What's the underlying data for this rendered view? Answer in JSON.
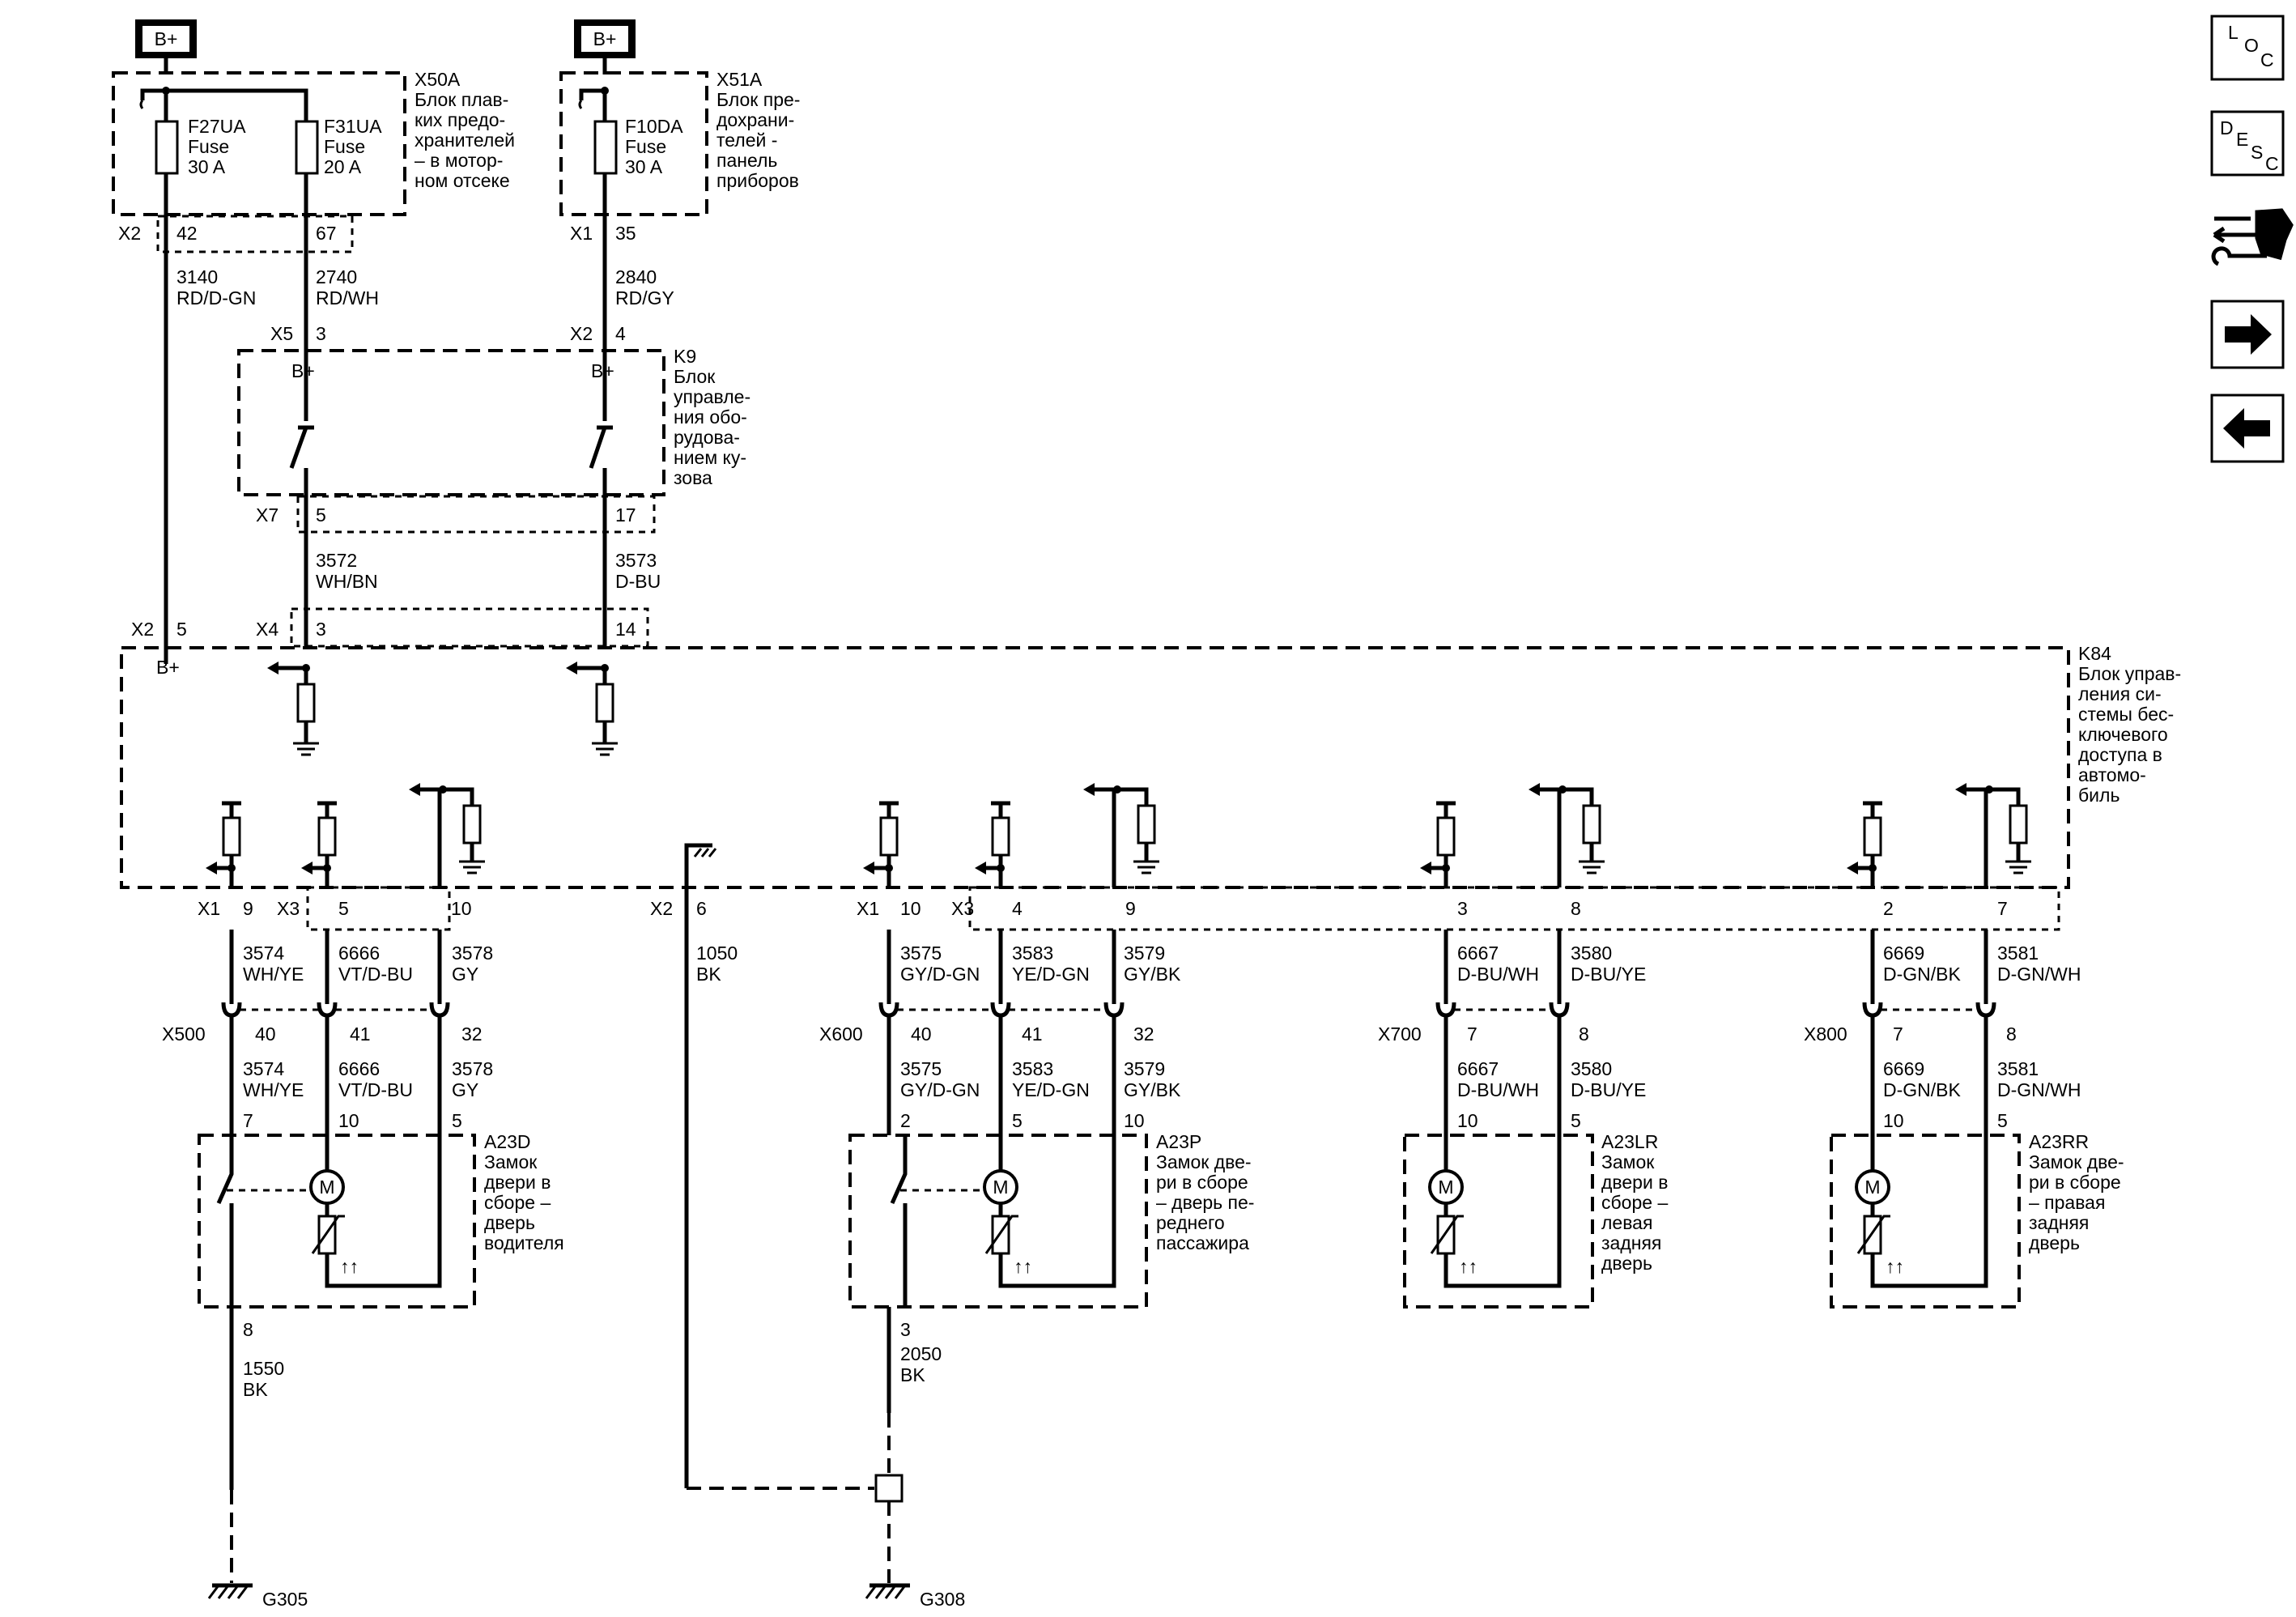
{
  "supply": {
    "bplus": "B+"
  },
  "x50a": {
    "id": "X50A",
    "desc": [
      "Блок плав-",
      "ких предо-",
      "хранителей",
      "– в мотор-",
      "ном отсеке"
    ],
    "f27": [
      "F27UA",
      "Fuse",
      "30 A"
    ],
    "f31": [
      "F31UA",
      "Fuse",
      "20 A"
    ],
    "conn": "X2",
    "pin_a": "42",
    "pin_b": "67"
  },
  "x51a": {
    "id": "X51A",
    "desc": [
      "Блок пре-",
      "дохрани-",
      "телей -",
      "панель",
      "приборов"
    ],
    "f10": [
      "F10DA",
      "Fuse",
      "30 A"
    ],
    "conn": "X1",
    "pin": "35"
  },
  "wires_top": {
    "w3140": [
      "3140",
      "RD/D-GN"
    ],
    "w2740": [
      "2740",
      "RD/WH"
    ],
    "w2840": [
      "2840",
      "RD/GY"
    ],
    "w3572": [
      "3572",
      "WH/BN"
    ],
    "w3573": [
      "3573",
      "D-BU"
    ]
  },
  "k9": {
    "id": "K9",
    "desc": [
      "Блок",
      "управле-",
      "ния обо-",
      "рудова-",
      "нием ку-",
      "зова"
    ],
    "in_conn_a": "X5",
    "in_pin_a": "3",
    "in_conn_b": "X2",
    "in_pin_b": "4",
    "out_conn": "X7",
    "out_pin_a": "5",
    "out_pin_b": "17",
    "bplus": "B+"
  },
  "k84": {
    "id": "K84",
    "desc": [
      "Блок управ-",
      "ления си-",
      "стемы бес-",
      "ключевого",
      "доступа в",
      "автомо-",
      "биль"
    ],
    "conn_x2": "X2",
    "pin_5": "5",
    "conn_x4": "X4",
    "pin_3": "3",
    "pin_14": "14",
    "bplus": "B+",
    "bottom": [
      {
        "conn": "X1",
        "pin": "9"
      },
      {
        "conn": "X3",
        "pin": "5"
      },
      {
        "conn": "",
        "pin": "10"
      },
      {
        "conn": "X2",
        "pin": "6"
      },
      {
        "conn": "X1",
        "pin": "10"
      },
      {
        "conn": "X3",
        "pin": "4"
      },
      {
        "conn": "",
        "pin": "9"
      },
      {
        "conn": "",
        "pin": "3"
      },
      {
        "conn": "",
        "pin": "8"
      },
      {
        "conn": "",
        "pin": "2"
      },
      {
        "conn": "",
        "pin": "7"
      }
    ]
  },
  "harness": {
    "w1050": [
      "1050",
      "BK"
    ],
    "a": [
      [
        "3574",
        "WH/YE"
      ],
      [
        "6666",
        "VT/D-BU"
      ],
      [
        "3578",
        "GY"
      ]
    ],
    "b": [
      [
        "3575",
        "GY/D-GN"
      ],
      [
        "3583",
        "YE/D-GN"
      ],
      [
        "3579",
        "GY/BK"
      ]
    ],
    "c": [
      [
        "6667",
        "D-BU/WH"
      ],
      [
        "3580",
        "D-BU/YE"
      ]
    ],
    "d": [
      [
        "6669",
        "D-GN/BK"
      ],
      [
        "3581",
        "D-GN/WH"
      ]
    ]
  },
  "inline": {
    "x500": {
      "id": "X500",
      "pins": [
        "40",
        "41",
        "32"
      ]
    },
    "x600": {
      "id": "X600",
      "pins": [
        "40",
        "41",
        "32"
      ]
    },
    "x700": {
      "id": "X700",
      "pins": [
        "7",
        "8"
      ]
    },
    "x800": {
      "id": "X800",
      "pins": [
        "7",
        "8"
      ]
    }
  },
  "locks": {
    "a23d": {
      "id": "A23D",
      "desc": [
        "Замок",
        "двери в",
        "сборе –",
        "дверь",
        "водителя"
      ],
      "pins": [
        "7",
        "10",
        "5"
      ],
      "bottom_pin": "8"
    },
    "a23p": {
      "id": "A23P",
      "desc": [
        "Замок две-",
        "ри в сборе",
        "– дверь пе-",
        "реднего",
        "пассажира"
      ],
      "pins": [
        "2",
        "5",
        "10"
      ],
      "bottom_pin": "3"
    },
    "a23lr": {
      "id": "A23LR",
      "desc": [
        "Замок",
        "двери в",
        "сборе –",
        "левая",
        "задняя",
        "дверь"
      ],
      "pins": [
        "10",
        "5"
      ]
    },
    "a23rr": {
      "id": "A23RR",
      "desc": [
        "Замок две-",
        "ри в сборе",
        "– правая",
        "задняя",
        "дверь"
      ],
      "pins": [
        "10",
        "5"
      ]
    },
    "motor": "M",
    "sensor": "↑↑"
  },
  "grounds": {
    "w1550": [
      "1550",
      "BK"
    ],
    "w2050": [
      "2050",
      "BK"
    ],
    "g305": "G305",
    "g308": "G308"
  },
  "nav": {
    "loc": [
      "L",
      "O",
      "C"
    ],
    "desc": [
      "D",
      "E",
      "S",
      "C"
    ]
  }
}
